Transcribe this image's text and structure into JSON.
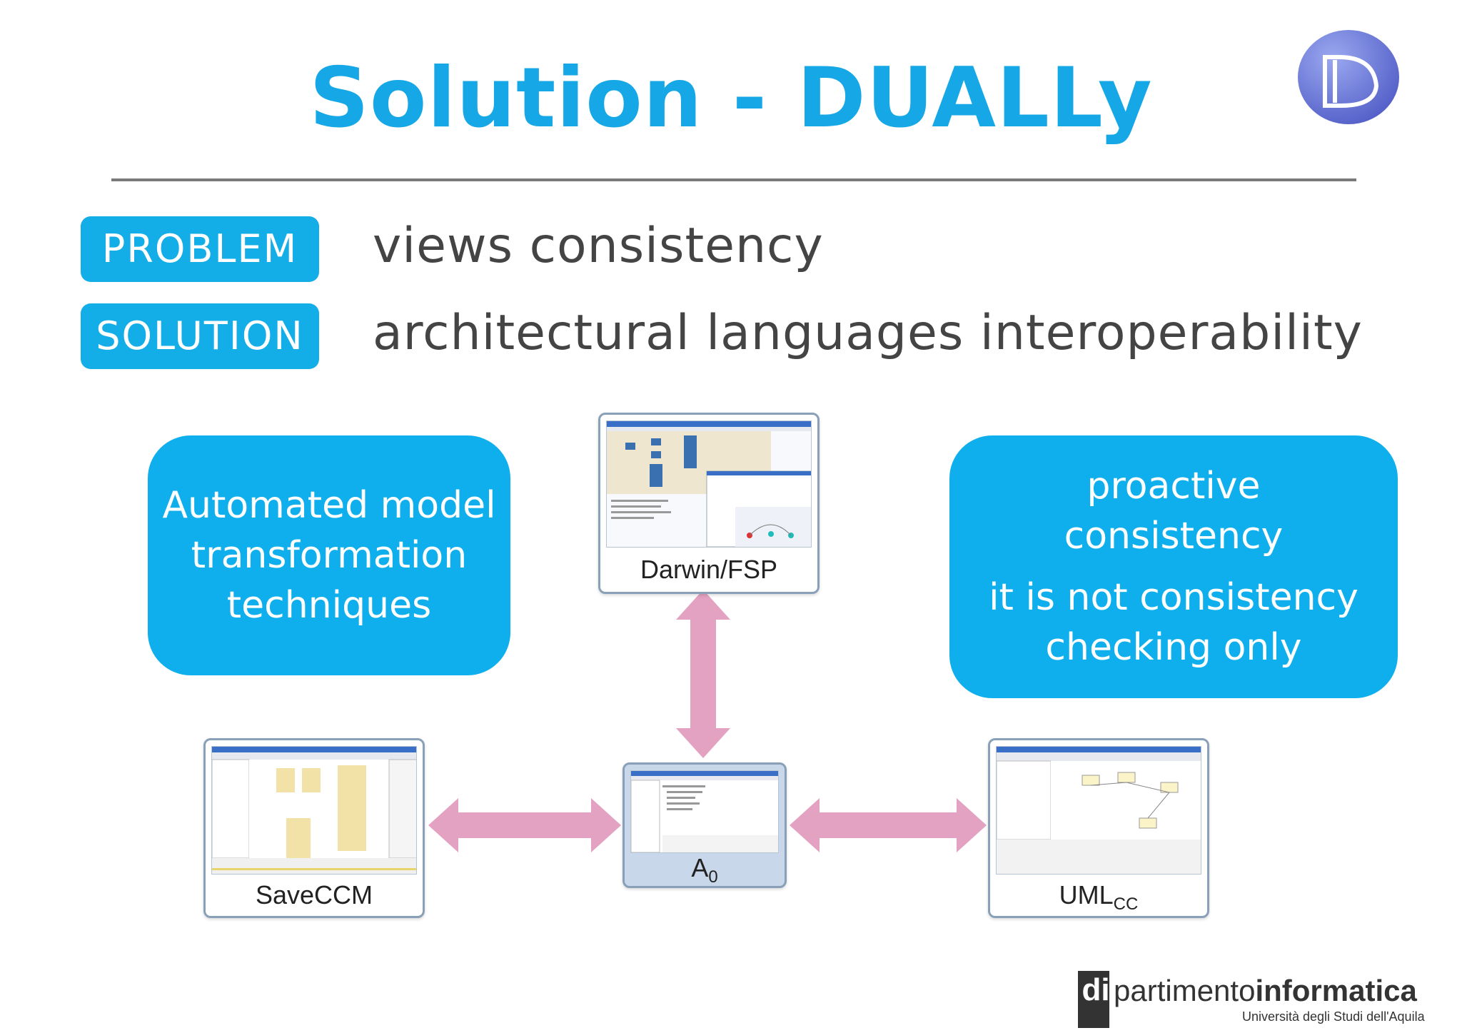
{
  "slide": {
    "title": "Solution - DUALLy",
    "rows": [
      {
        "label": "PROBLEM",
        "text": "views consistency"
      },
      {
        "label": "SOLUTION",
        "text": "architectural languages interoperability"
      }
    ],
    "left_callout": [
      "Automated model",
      "transformation",
      "techniques"
    ],
    "right_callout": [
      "proactive",
      "consistency",
      "it is not consistency",
      "checking only"
    ],
    "models": {
      "top": "Darwin/FSP",
      "left": "SaveCCM",
      "center": "A",
      "center_sub": "0",
      "right": "UML",
      "right_sub": "CC"
    },
    "footer": {
      "brand_prefix": "di",
      "brand_mid": "partimento",
      "brand_bold": "informatica",
      "university": "Università degli Studi dell'Aquila"
    }
  },
  "colors": {
    "accent": "#16a8e6",
    "label_bg": "#13ade8",
    "callout_bg": "#0eafec",
    "arrow": "#e3a2c2",
    "text": "#444444"
  },
  "icons": [
    "dually-logo-icon"
  ]
}
